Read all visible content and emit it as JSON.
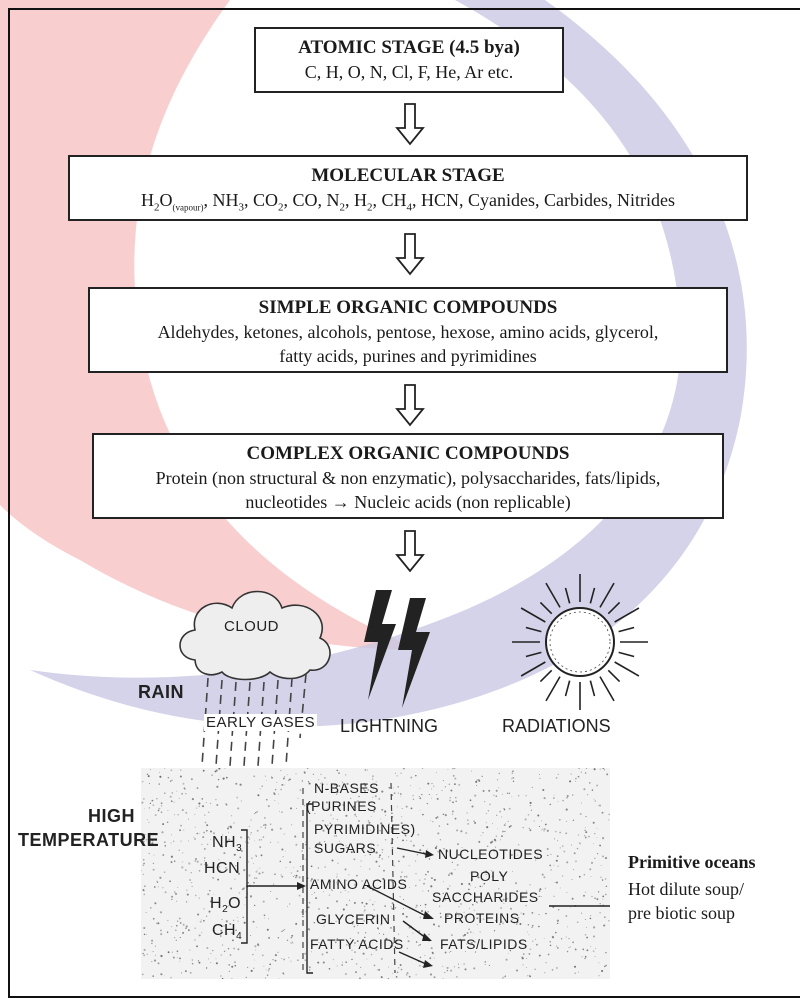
{
  "stages": [
    {
      "title": "ATOMIC STAGE (4.5 bya)",
      "lines": [
        "C, H, O, N, Cl, F, He, Ar etc."
      ]
    },
    {
      "title": "MOLECULAR STAGE",
      "lines": []
    },
    {
      "title": "SIMPLE ORGANIC COMPOUNDS",
      "lines": [
        "Aldehydes, ketones, alcohols, pentose, hexose, amino acids, glycerol,",
        "fatty acids, purines and pyrimidines"
      ]
    },
    {
      "title": "COMPLEX ORGANIC COMPOUNDS",
      "lines": [
        "Protein (non structural & non enzymatic), polysaccharides, fats/lipids,",
        "nucleotides → Nucleic acids (non replicable)"
      ]
    }
  ],
  "molecular": {
    "water": "H",
    "water_sub": "2",
    "water_o": "O",
    "water_state": "(vapour)",
    "rest": [
      ", NH",
      "3",
      ", CO",
      "2",
      ", CO, N",
      "2",
      ", H",
      "2",
      ", CH",
      "4",
      ", HCN, Cyanides, Carbides, Nitrides"
    ]
  },
  "scene": {
    "cloud": "CLOUD",
    "rain": "RAIN",
    "early_gases": "EARLY GASES",
    "lightning": "LIGHTNING",
    "radiations": "RADIATIONS",
    "high_temp_1": "HIGH",
    "high_temp_2": "TEMPERATURE"
  },
  "ocean": {
    "gases": [
      "NH",
      "HCN",
      "H",
      "CH"
    ],
    "gas_subs": [
      "3",
      "",
      "2",
      "4"
    ],
    "gas_o": "O",
    "col2": [
      "N-BASES",
      "(PURINES",
      "PYRIMIDINES)",
      "SUGARS",
      "AMINO ACIDS",
      "GLYCERIN",
      "FATTY ACIDS"
    ],
    "col3": [
      "NUCLEOTIDES",
      "POLY",
      "SACCHARIDES",
      "PROTEINS",
      "FATS/LIPIDS"
    ]
  },
  "primitive": {
    "title": "Primitive oceans",
    "line1": "Hot dilute soup/",
    "line2": "pre biotic soup"
  }
}
